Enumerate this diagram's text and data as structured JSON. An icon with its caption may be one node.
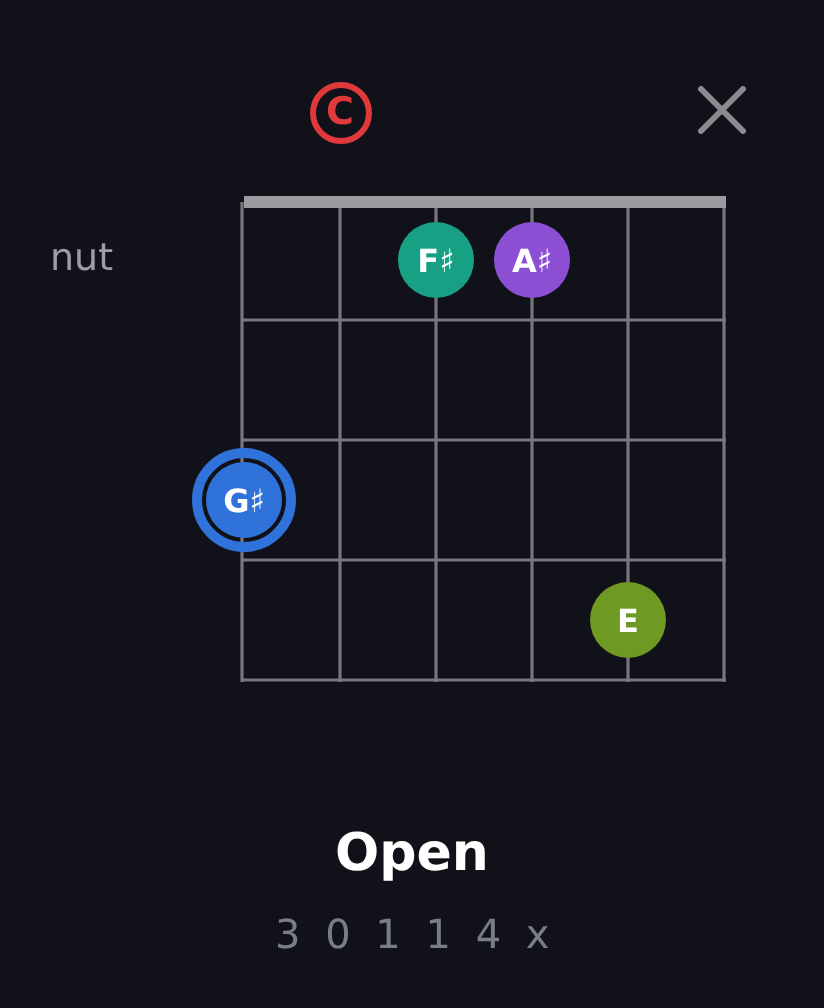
{
  "diagram": {
    "title": "Open",
    "nodes": [
      {
        "text": [
          "C"
        ]
      },
      {
        "text": [
          "F♯"
        ]
      },
      {
        "text": [
          "A♯"
        ]
      },
      {
        "text": [
          "G♯"
        ]
      },
      {
        "text": [
          "E"
        ]
      }
    ],
    "labels": [
      "nut",
      "3 0 1 1 4 x"
    ]
  }
}
